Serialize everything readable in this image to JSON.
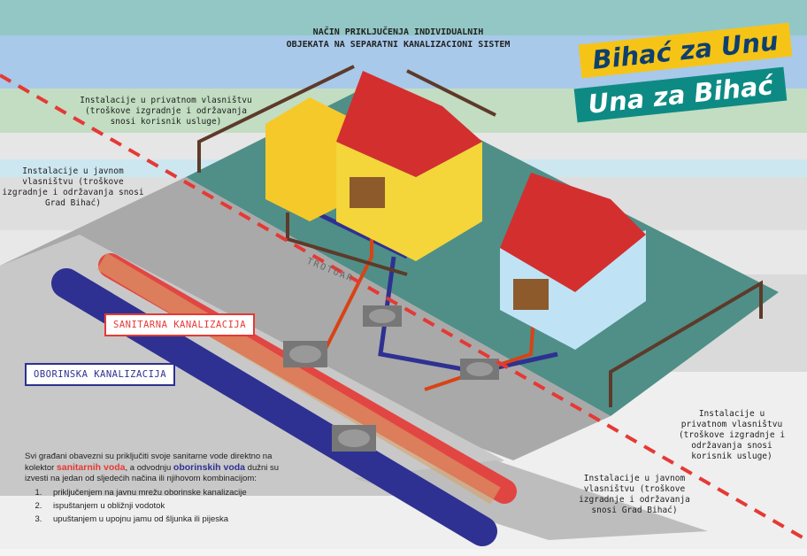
{
  "title": [
    "NAČIN PRIKLJUČENJA INDIVIDUALNIH",
    "OBJEKATA NA SEPARATNI KANALIZACIONI SISTEM"
  ],
  "logo": {
    "line1": "Bihać za Unu",
    "line2": "Una za Bihać"
  },
  "labels": {
    "private_top": "Instalacije u privatnom vlasništvu (troškove izgradnje i održavanja snosi korisnik usluge)",
    "public_left": "Instalacije u javnom vlasništvu (troškove izgradnje i održavanja snosi Grad Bihać)",
    "private_right": "Instalacije u privatnom vlasništvu (troškove izgradnje i održavanja snosi korisnik usluge)",
    "public_bottom": "Instalacije u javnom vlasništvu (troškove izgradnje i održavanja snosi Grad Bihać)",
    "sidewalk": "TROTOAR",
    "sanitary": "SANITARNA KANALIZACIJA",
    "storm": "OBORINSKA KANALIZACIJA"
  },
  "note": {
    "p1": "Svi građani obavezni su priključiti svoje sanitarne vode direktno na kolektor ",
    "sanitary": "sanitarnih voda",
    "p2": ", a odvodnju ",
    "storm": "oborinskih voda",
    "p3": " dužni su izvesti na jedan od sljedećih načina ili njihovom kombinacijom:",
    "items": [
      "priključenjem na javnu mrežu oborinske kanalizacije",
      "ispuštanjem u obližnji vodotok",
      "upuštanjem u upojnu jamu od šljunka ili pijeska"
    ]
  },
  "colors": {
    "sanitary": "#e53935",
    "storm": "#2e3191",
    "logo_yellow": "#f6c417",
    "logo_teal": "#0e8a84"
  }
}
